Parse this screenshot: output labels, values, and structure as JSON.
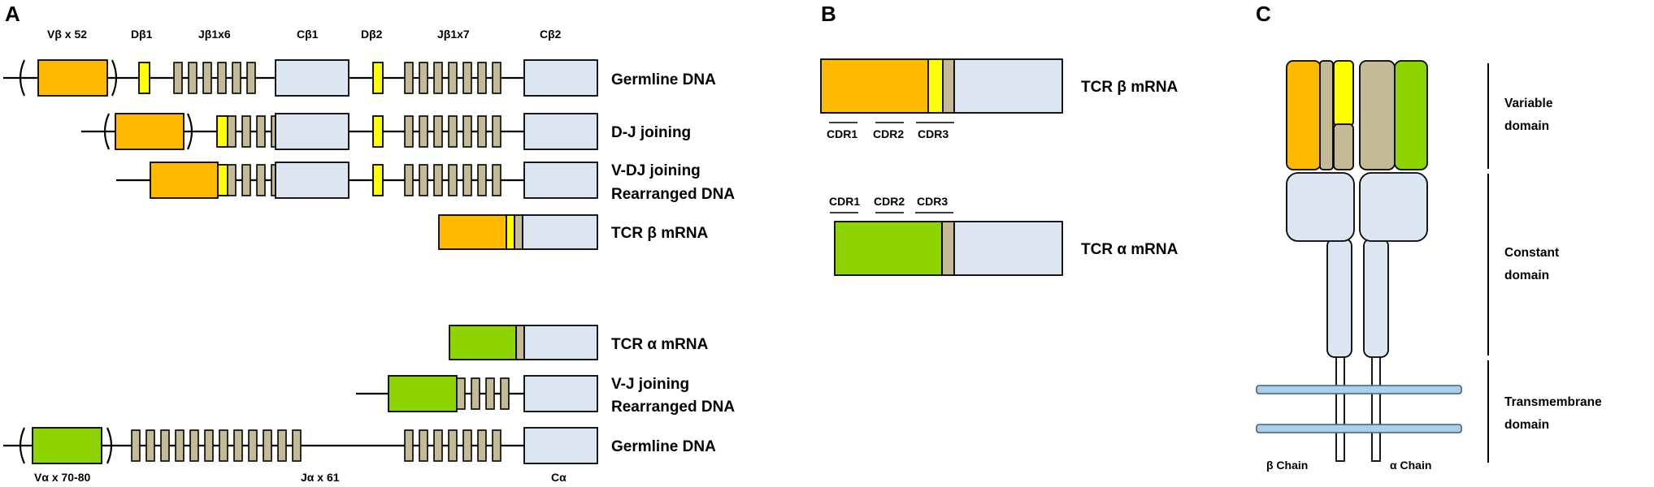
{
  "panels": {
    "a": "A",
    "b": "B",
    "c": "C"
  },
  "panel_a": {
    "beta_segments": {
      "v": "Vβ x 52",
      "d1": "Dβ1",
      "j1": "Jβ1x6",
      "c1": "Cβ1",
      "d2": "Dβ2",
      "j2": "Jβ1x7",
      "c2": "Cβ2"
    },
    "beta_rows": {
      "germline": "Germline DNA",
      "dj": "D-J joining",
      "vdj_line1": "V-DJ joining",
      "vdj_line2": "Rearranged DNA",
      "mrna": "TCR β mRNA"
    },
    "alpha_rows": {
      "mrna": "TCR α mRNA",
      "vj_line1": "V-J joining",
      "vj_line2": "Rearranged DNA",
      "germline": "Germline DNA"
    },
    "alpha_segments": {
      "v": "Vα x 70-80",
      "j": "Jα x 61",
      "c": "Cα"
    }
  },
  "panel_b": {
    "beta_label": "TCR β mRNA",
    "alpha_label": "TCR α mRNA",
    "cdr": [
      "CDR1",
      "CDR2",
      "CDR3"
    ]
  },
  "panel_c": {
    "domains": {
      "variable_1": "Variable",
      "variable_2": "domain",
      "constant_1": "Constant",
      "constant_2": "domain",
      "tm_1": "Transmembrane",
      "tm_2": "domain"
    },
    "chains": {
      "beta": "β Chain",
      "alpha": "α Chain"
    }
  },
  "colors": {
    "v_beta": "#FFBA00",
    "d_segment": "#FFFF00",
    "j_segment": "#C4BB96",
    "constant": "#DCE6F2",
    "v_alpha": "#8DD400",
    "membrane": "#B0CCEA"
  }
}
